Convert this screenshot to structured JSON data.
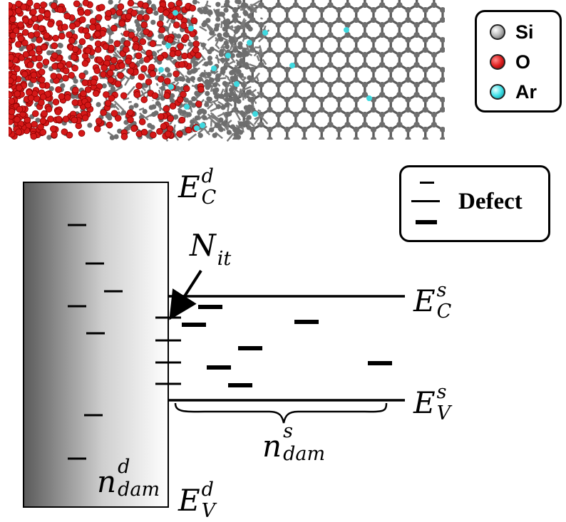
{
  "atom_legend": {
    "items": [
      {
        "label": "Si",
        "color": "#b5b5b5"
      },
      {
        "label": "O",
        "color": "#e02020"
      },
      {
        "label": "Ar",
        "color": "#40e0e8"
      }
    ]
  },
  "defect_legend": {
    "label": "Defect"
  },
  "labels": {
    "ec_d": {
      "base": "E",
      "sup": "d",
      "sub": "C"
    },
    "ev_d": {
      "base": "E",
      "sup": "d",
      "sub": "V"
    },
    "ec_s": {
      "base": "E",
      "sup": "s",
      "sub": "C"
    },
    "ev_s": {
      "base": "E",
      "sup": "s",
      "sub": "V"
    },
    "nit": {
      "base": "N",
      "sub": "it"
    },
    "ndam_d": {
      "base": "n",
      "sup": "d",
      "sub": "dam"
    },
    "ndam_s": {
      "base": "n",
      "sup": "s",
      "sub": "dam"
    }
  },
  "colors": {
    "silicon": "#6e6e6e",
    "oxygen": "#d41818",
    "argon": "#3fd9e0"
  }
}
